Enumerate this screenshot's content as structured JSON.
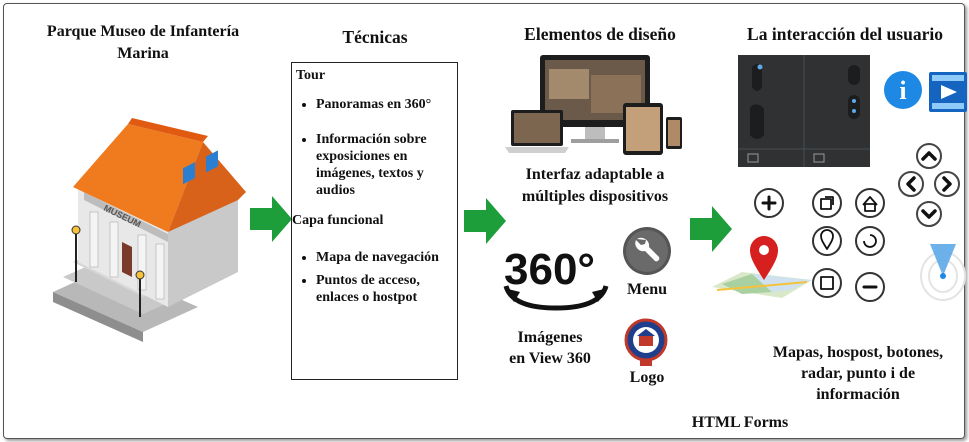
{
  "museum_title": [
    "Parque Museo de Infantería",
    "Marina"
  ],
  "museum_sign": "MUSEUM",
  "techniques": {
    "title": "Técnicas",
    "group1": "Tour",
    "items1": [
      "Panoramas en 360°",
      "Información sobre exposiciones en imágenes, textos y audios"
    ],
    "group2": "Capa funcional",
    "items2": [
      "Mapa de navegación",
      "Puntos de acceso, enlaces o hostpot"
    ]
  },
  "design": {
    "title": "Elementos de diseño",
    "responsive_caption": [
      "Interfaz adaptable a",
      "múltiples dispositivos"
    ],
    "badge_360": "360°",
    "images_caption": [
      "Imágenes",
      "en View 360"
    ],
    "menu_label": "Menu",
    "logo_label": "Logo"
  },
  "interaction": {
    "title": "La interacción del usuario",
    "caption": [
      "Mapas, hospost, botones,",
      "radar, punto i de",
      "información"
    ],
    "info_glyph": "i"
  },
  "footer": "HTML Forms",
  "colors": {
    "arrow": "#1e9e3a",
    "roof": "#f07a1e",
    "pin": "#d62020",
    "info": "#1e88e5"
  }
}
